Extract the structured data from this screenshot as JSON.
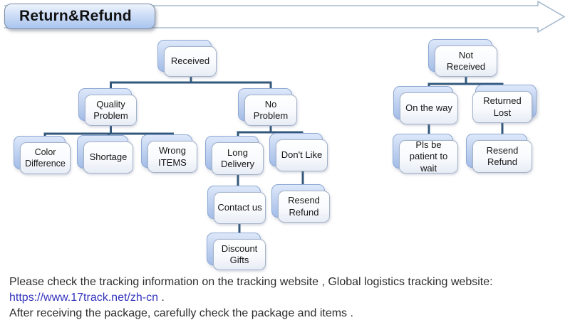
{
  "title": "Return&Refund",
  "flowchart": {
    "nodes": {
      "received": "Received",
      "quality_problem": "Quality Problem",
      "no_problem": "No Problem",
      "color_difference": "Color Difference",
      "shortage": "Shortage",
      "wrong_items": "Wrong ITEMS",
      "long_delivery": "Long Delivery",
      "dont_like": "Don't Like",
      "contact_us": "Contact us",
      "resend_refund_left": "Resend Refund",
      "discount_gifts": "Discount Gifts",
      "not_received": "Not Received",
      "on_the_way": "On the way",
      "returned_lost": "Returned Lost",
      "pls_be_patient": "Pls be patient to wait",
      "resend_refund_right": "Resend Refund"
    },
    "edges": [
      "received->quality_problem",
      "received->no_problem",
      "quality_problem->color_difference",
      "quality_problem->shortage",
      "quality_problem->wrong_items",
      "no_problem->long_delivery",
      "no_problem->dont_like",
      "long_delivery->contact_us",
      "contact_us->discount_gifts",
      "dont_like->resend_refund_left",
      "not_received->on_the_way",
      "not_received->returned_lost",
      "on_the_way->pls_be_patient",
      "returned_lost->resend_refund_right"
    ]
  },
  "footer": {
    "line1": "Please check the tracking information on the tracking website , Global logistics tracking website:",
    "link": "https://www.17track.net/zh-cn",
    "link_suffix": " .",
    "line3": "After receiving the package, carefully check the package and items ."
  },
  "colors": {
    "connector": "#33587c",
    "link": "#3434bd",
    "node_shadow_fill": "#a4bde8",
    "title_fill": "#a9c5ef",
    "arrow_outline": "#a9bccf"
  }
}
